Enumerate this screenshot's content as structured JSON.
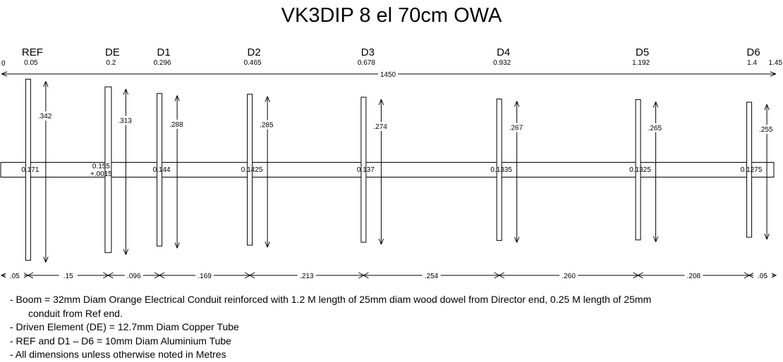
{
  "title": "VK3DIP 8 el 70cm OWA",
  "overall": {
    "start": "0",
    "end": "1.45",
    "length": "1450"
  },
  "elements": [
    {
      "name": "REF",
      "position": "0.05",
      "length": ".342",
      "boom_value": "0.171"
    },
    {
      "name": "DE",
      "position": "0.2",
      "length": ".313",
      "boom_value": "0.155",
      "boom_value2": "+.0015"
    },
    {
      "name": "D1",
      "position": "0.296",
      "length": ".288",
      "boom_value": "0.144"
    },
    {
      "name": "D2",
      "position": "0.465",
      "length": ".285",
      "boom_value": "0.1425"
    },
    {
      "name": "D3",
      "position": "0.678",
      "length": ".274",
      "boom_value": "0.137"
    },
    {
      "name": "D4",
      "position": "0.932",
      "length": ".267",
      "boom_value": "0.1335"
    },
    {
      "name": "D5",
      "position": "1.192",
      "length": ".265",
      "boom_value": "0.1325"
    },
    {
      "name": "D6",
      "position": "1.4",
      "length": ".255",
      "boom_value": "0.1275"
    }
  ],
  "spacings": [
    ".05",
    ".15",
    ".096",
    ".169",
    ".213",
    ".254",
    ".260",
    ".208",
    ".05"
  ],
  "notes": [
    "- Boom = 32mm Diam Orange Electrical Conduit reinforced with 1.2 M length of 25mm diam wood dowel from Director end, 0.25 M length of 25mm",
    "conduit from Ref end.",
    "- Driven Element (DE) = 12.7mm Diam Copper Tube",
    "- REF and D1 – D6  = 10mm Diam Aluminium Tube",
    "- All dimensions unless otherwise noted in Metres"
  ]
}
